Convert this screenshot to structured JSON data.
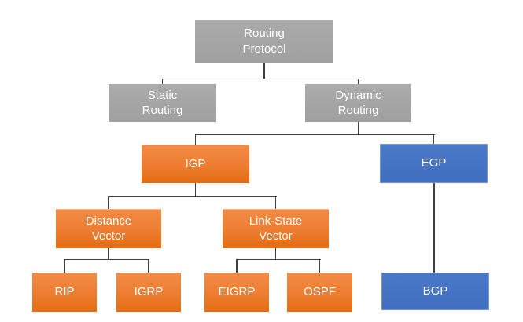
{
  "colors": {
    "bg": "#ffffff",
    "text": "#ffffff",
    "line": "#404040",
    "gray-top": "#ababab",
    "gray-bottom": "#a0a0a0",
    "gray": "#a6a6a6",
    "orange-top": "#f18c47",
    "orange-mid": "#ed7d31",
    "orange-bottom": "#e56c10",
    "blue-top": "#4b79ca",
    "blue-mid": "#4472c4",
    "blue-bottom": "#4270be"
  },
  "nodes": {
    "routing_protocol": {
      "label": "Routing\nProtocol",
      "color": "gray"
    },
    "static_routing": {
      "label": "Static\nRouting",
      "color": "gray"
    },
    "dynamic_routing": {
      "label": "Dynamic\nRouting",
      "color": "gray"
    },
    "igp": {
      "label": "IGP",
      "color": "orange"
    },
    "egp": {
      "label": "EGP",
      "color": "blue"
    },
    "distance_vector": {
      "label": "Distance\nVector",
      "color": "orange"
    },
    "link_state_vector": {
      "label": "Link-State\nVector",
      "color": "orange"
    },
    "rip": {
      "label": "RIP",
      "color": "orange"
    },
    "igrp": {
      "label": "IGRP",
      "color": "orange"
    },
    "eigrp": {
      "label": "EIGRP",
      "color": "orange"
    },
    "ospf": {
      "label": "OSPF",
      "color": "orange"
    },
    "bgp": {
      "label": "BGP",
      "color": "blue"
    }
  },
  "hierarchy": {
    "routing_protocol": [
      "static_routing",
      "dynamic_routing"
    ],
    "dynamic_routing": [
      "igp",
      "egp"
    ],
    "igp": [
      "distance_vector",
      "link_state_vector"
    ],
    "egp": [
      "bgp"
    ],
    "distance_vector": [
      "rip",
      "igrp"
    ],
    "link_state_vector": [
      "eigrp",
      "ospf"
    ]
  }
}
